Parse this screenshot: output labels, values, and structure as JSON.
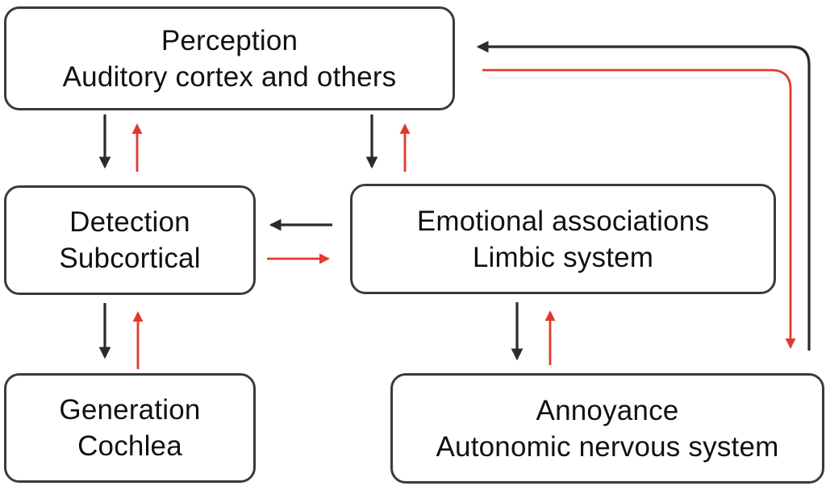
{
  "figure": {
    "type": "flow-diagram",
    "description": "Auditory processing pathway with afferent (black) and efferent (red) connections",
    "nodes": {
      "perception": {
        "title": "Perception",
        "subtitle": "Auditory cortex and others"
      },
      "detection": {
        "title": "Detection",
        "subtitle": "Subcortical"
      },
      "generation": {
        "title": "Generation",
        "subtitle": "Cochlea"
      },
      "emotional": {
        "title": "Emotional associations",
        "subtitle": "Limbic system"
      },
      "annoyance": {
        "title": "Annoyance",
        "subtitle": "Autonomic nervous system"
      }
    },
    "colors": {
      "black_arrow": "#2b2b2b",
      "red_arrow": "#e03a2e",
      "box_border": "#3a3a3a",
      "box_fill": "#ffffff",
      "text": "#111111"
    },
    "edges": [
      {
        "from": "perception",
        "to": "detection",
        "color": "black"
      },
      {
        "from": "detection",
        "to": "perception",
        "color": "red"
      },
      {
        "from": "perception",
        "to": "emotional",
        "color": "black"
      },
      {
        "from": "emotional",
        "to": "perception",
        "color": "red"
      },
      {
        "from": "detection",
        "to": "generation",
        "color": "black"
      },
      {
        "from": "generation",
        "to": "detection",
        "color": "red"
      },
      {
        "from": "emotional",
        "to": "annoyance",
        "color": "black"
      },
      {
        "from": "annoyance",
        "to": "emotional",
        "color": "red"
      },
      {
        "from": "emotional",
        "to": "detection",
        "color": "black"
      },
      {
        "from": "detection",
        "to": "emotional",
        "color": "red"
      },
      {
        "from": "annoyance",
        "to": "perception",
        "color": "black"
      },
      {
        "from": "perception",
        "to": "annoyance",
        "color": "red"
      }
    ]
  }
}
